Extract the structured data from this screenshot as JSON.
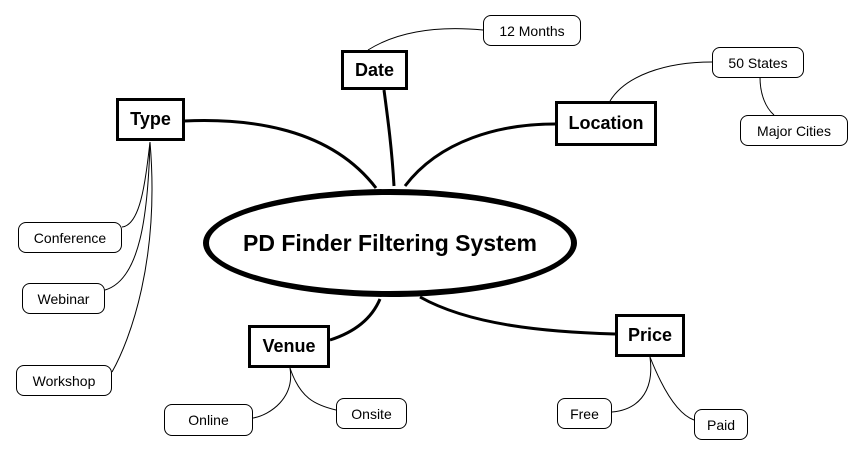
{
  "diagram": {
    "center": "PD Finder Filtering System",
    "categories": {
      "type": "Type",
      "date": "Date",
      "location": "Location",
      "venue": "Venue",
      "price": "Price"
    },
    "leaves": {
      "date_12_months": "12 Months",
      "location_50_states": "50 States",
      "location_major_cities": "Major Cities",
      "type_conference": "Conference",
      "type_webinar": "Webinar",
      "type_workshop": "Workshop",
      "venue_online": "Online",
      "venue_onsite": "Onsite",
      "price_free": "Free",
      "price_paid": "Paid"
    }
  }
}
